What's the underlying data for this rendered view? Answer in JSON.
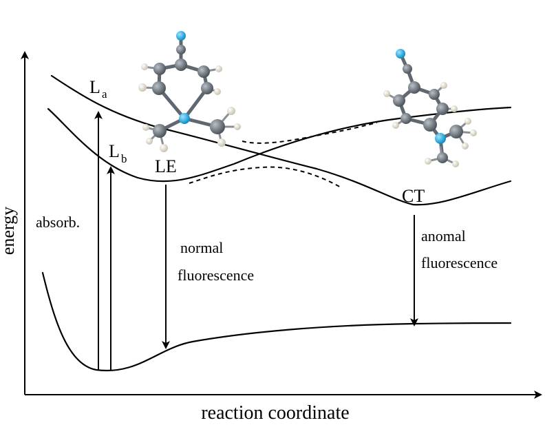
{
  "axes": {
    "y_label": "energy",
    "x_label": "reaction coordinate"
  },
  "states": {
    "la_main": "L",
    "la_sub": "a",
    "lb_main": "L",
    "lb_sub": "b",
    "le": "LE",
    "ct": "CT"
  },
  "transitions": {
    "absorption": "absorb.",
    "normal_line1": "normal",
    "normal_line2": "fluorescence",
    "anomal_line1": "anomal",
    "anomal_line2": "fluorescence"
  },
  "colors": {
    "line": "#000000",
    "carbon": "#6a717a",
    "nitrogen": "#1aa7e0",
    "hydrogen": "#e8e2d0"
  }
}
